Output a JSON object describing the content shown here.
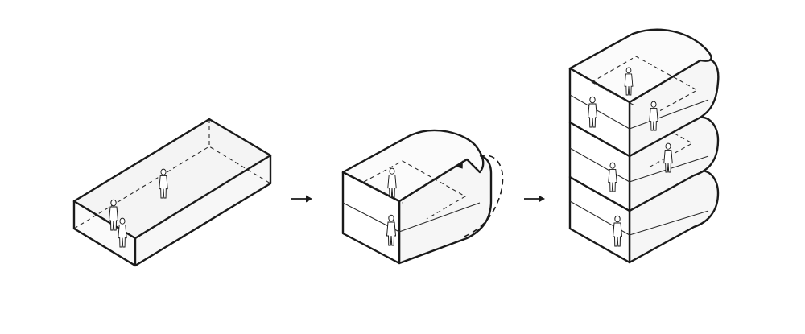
{
  "diagram": {
    "stages": [
      {
        "name": "flat-slab",
        "icon": "box-icon"
      },
      {
        "name": "folded-volume",
        "icon": "fold-icon"
      },
      {
        "name": "stacked-volumes",
        "icon": "stack-icon"
      }
    ],
    "connectors": [
      "arrow-right-icon",
      "arrow-right-icon"
    ],
    "colors": {
      "line": "#1a1a1a",
      "glass": "#f4f4f4",
      "background": "#ffffff"
    }
  }
}
